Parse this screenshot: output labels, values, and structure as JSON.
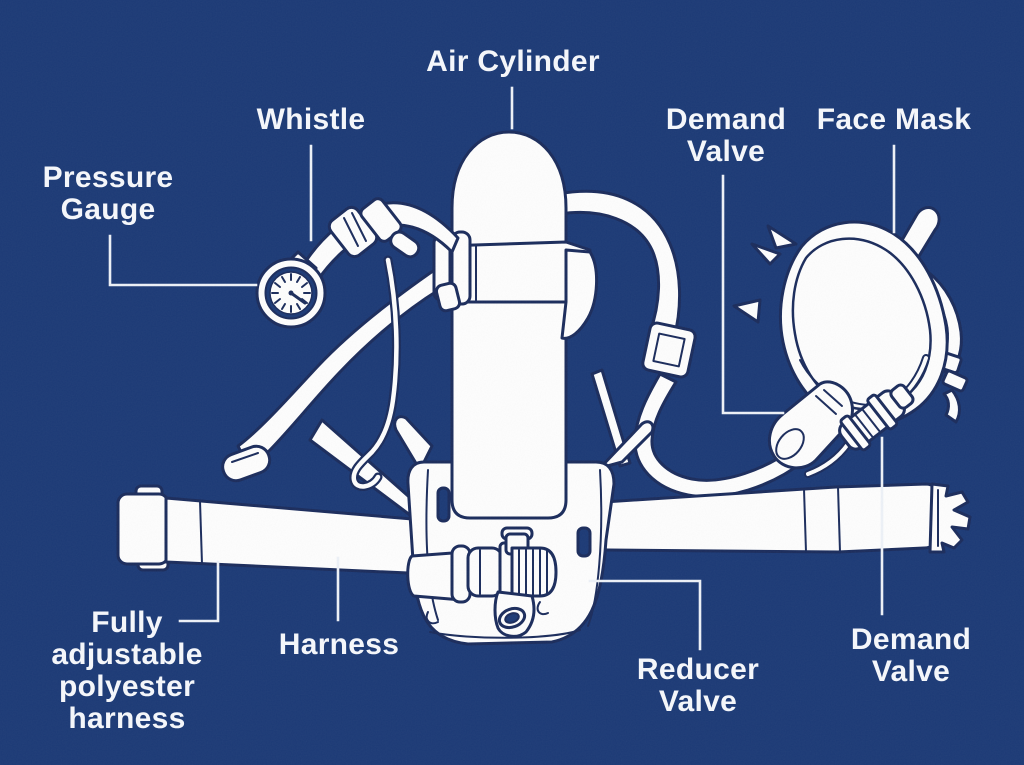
{
  "diagram": {
    "subject": "self-contained breathing apparatus parts diagram",
    "colors": {
      "background": "#1c3a76",
      "art_fill": "#fdfdfd",
      "art_outline": "#1b2c5c",
      "label_text": "#f4f6fa",
      "leader_line": "#edf1f7"
    },
    "labels": {
      "air_cylinder": {
        "lines": [
          "Air Cylinder"
        ]
      },
      "whistle": {
        "lines": [
          "Whistle"
        ]
      },
      "pressure_gauge": {
        "lines": [
          "Pressure",
          "Gauge"
        ]
      },
      "demand_valve_top": {
        "lines": [
          "Demand",
          "Valve"
        ]
      },
      "face_mask": {
        "lines": [
          "Face Mask"
        ]
      },
      "fully_adjustable_harness": {
        "lines": [
          "Fully",
          "adjustable",
          "polyester",
          "harness"
        ]
      },
      "harness": {
        "lines": [
          "Harness"
        ]
      },
      "reducer_valve": {
        "lines": [
          "Reducer",
          "Valve"
        ]
      },
      "demand_valve_bottom": {
        "lines": [
          "Demand",
          "Valve"
        ]
      }
    }
  }
}
